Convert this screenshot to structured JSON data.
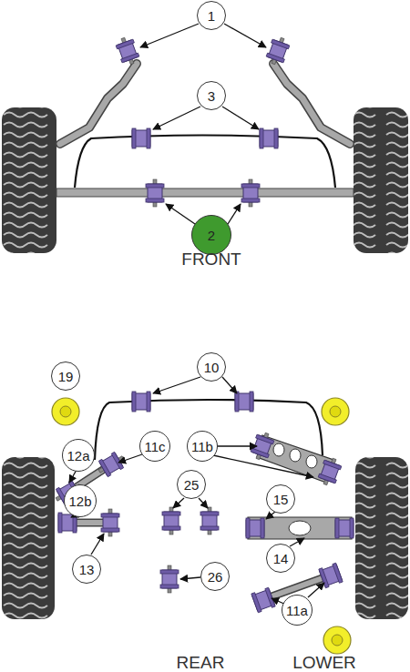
{
  "diagram": {
    "nodes": [
      {
        "text": [
          "1"
        ]
      },
      {
        "text": [
          "3"
        ]
      },
      {
        "text": [
          "2"
        ]
      },
      {
        "text": [
          "10"
        ]
      },
      {
        "text": [
          "19"
        ]
      },
      {
        "text": [
          "11c"
        ]
      },
      {
        "text": [
          "11b"
        ]
      },
      {
        "text": [
          "12a"
        ]
      },
      {
        "text": [
          "25"
        ]
      },
      {
        "text": [
          "12b"
        ]
      },
      {
        "text": [
          "15"
        ]
      },
      {
        "text": [
          "14"
        ]
      },
      {
        "text": [
          "13"
        ]
      },
      {
        "text": [
          "26"
        ]
      },
      {
        "text": [
          "11a"
        ]
      }
    ],
    "labels": [
      "FRONT",
      "REAR",
      "LOWER"
    ]
  }
}
